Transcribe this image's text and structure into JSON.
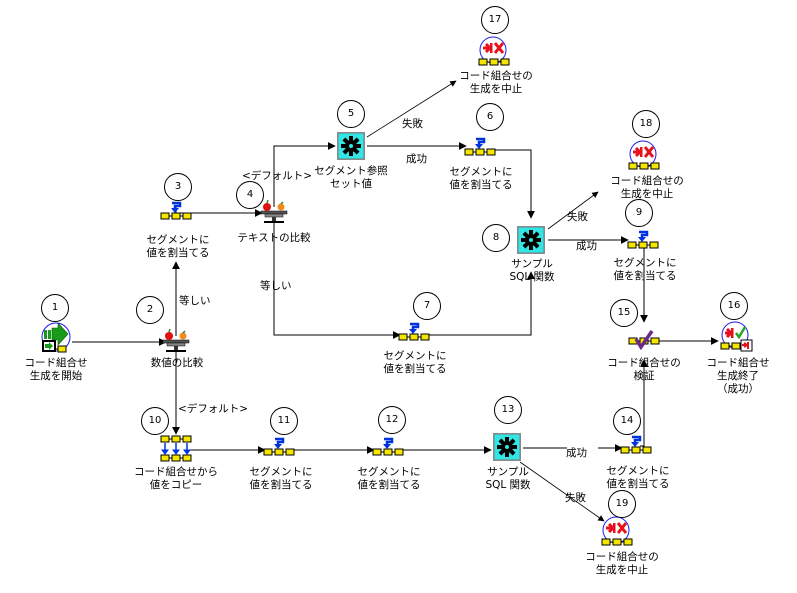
{
  "diagram": {
    "title": "",
    "nodes": [
      {
        "id": "1",
        "number": "1",
        "type": "start",
        "label": "コード組合せ\n生成を開始"
      },
      {
        "id": "2",
        "number": "2",
        "type": "compare",
        "label": "数値の比較"
      },
      {
        "id": "3",
        "number": "3",
        "type": "assign",
        "label": "セグメントに\n値を割当てる"
      },
      {
        "id": "4",
        "number": "4",
        "type": "compare",
        "label": "テキストの比較"
      },
      {
        "id": "5",
        "number": "5",
        "type": "function",
        "label": "セグメント参照\nセット値"
      },
      {
        "id": "6",
        "number": "6",
        "type": "assign",
        "label": "セグメントに\n値を割当てる"
      },
      {
        "id": "7",
        "number": "7",
        "type": "assign",
        "label": "セグメントに\n値を割当てる"
      },
      {
        "id": "8",
        "number": "8",
        "type": "function",
        "label": "サンプル\nSQL 関数"
      },
      {
        "id": "9",
        "number": "9",
        "type": "assign",
        "label": "セグメントに\n値を割当てる"
      },
      {
        "id": "10",
        "number": "10",
        "type": "copy",
        "label": "コード組合せから\n値をコピー"
      },
      {
        "id": "11",
        "number": "11",
        "type": "assign",
        "label": "セグメントに\n値を割当てる"
      },
      {
        "id": "12",
        "number": "12",
        "type": "assign",
        "label": "セグメントに\n値を割当てる"
      },
      {
        "id": "13",
        "number": "13",
        "type": "function",
        "label": "サンプル\nSQL 関数"
      },
      {
        "id": "14",
        "number": "14",
        "type": "assign",
        "label": "セグメントに\n値を割当てる"
      },
      {
        "id": "15",
        "number": "15",
        "type": "validate",
        "label": "コード組合せの\n検証"
      },
      {
        "id": "16",
        "number": "16",
        "type": "end-success",
        "label": "コード組合せ\n生成終了\n（成功）"
      },
      {
        "id": "17",
        "number": "17",
        "type": "abort",
        "label": "コード組合せの\n生成を中止"
      },
      {
        "id": "18",
        "number": "18",
        "type": "abort",
        "label": "コード組合せの\n生成を中止"
      },
      {
        "id": "19",
        "number": "19",
        "type": "abort",
        "label": "コード組合せの\n生成を中止"
      }
    ],
    "edges": [
      {
        "from": "1",
        "to": "2",
        "label": ""
      },
      {
        "from": "2",
        "to": "3",
        "label": "等しい"
      },
      {
        "from": "2",
        "to": "10",
        "label": "<デフォルト>"
      },
      {
        "from": "3",
        "to": "4",
        "label": ""
      },
      {
        "from": "4",
        "to": "5",
        "label": "<デフォルト>"
      },
      {
        "from": "4",
        "to": "7",
        "label": "等しい"
      },
      {
        "from": "5",
        "to": "6",
        "label": "成功"
      },
      {
        "from": "5",
        "to": "17",
        "label": "失敗"
      },
      {
        "from": "6",
        "to": "8",
        "label": ""
      },
      {
        "from": "7",
        "to": "8",
        "label": ""
      },
      {
        "from": "8",
        "to": "9",
        "label": "成功"
      },
      {
        "from": "8",
        "to": "18",
        "label": "失敗"
      },
      {
        "from": "9",
        "to": "15",
        "label": ""
      },
      {
        "from": "10",
        "to": "11",
        "label": ""
      },
      {
        "from": "11",
        "to": "12",
        "label": ""
      },
      {
        "from": "12",
        "to": "13",
        "label": ""
      },
      {
        "from": "13",
        "to": "14",
        "label": "成功"
      },
      {
        "from": "13",
        "to": "19",
        "label": "失敗"
      },
      {
        "from": "14",
        "to": "15",
        "label": ""
      },
      {
        "from": "15",
        "to": "16",
        "label": ""
      }
    ],
    "colors": {
      "line": "#000000",
      "function_bg": "#33e6e6",
      "segment_box": "#f5e600",
      "arrow_blue": "#0033dd",
      "abort_red": "#e8101a",
      "start_green": "#1a9a1a",
      "check_purple": "#6a2a8a",
      "check_green": "#22aa22"
    }
  }
}
